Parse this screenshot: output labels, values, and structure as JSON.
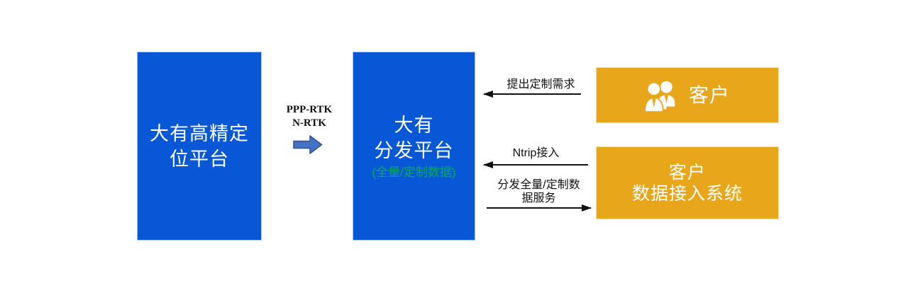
{
  "colors": {
    "platform_blue": "#0857D6",
    "customer_orange": "#E8A71B",
    "data_green": "#00B050",
    "flow_arrow_fill": "#4472C4",
    "flow_arrow_border": "#2F528F",
    "arrow_black": "#111111"
  },
  "left_box": {
    "label": "大有高精定\n位平台"
  },
  "flow_arrow": {
    "label": "PPP-RTK\nN-RTK"
  },
  "mid_box": {
    "label": "大有\n分发平台",
    "sublabel": "(全量/定制数据)"
  },
  "customer_box": {
    "label": "客户",
    "icon": "people-icon"
  },
  "customer_system_box": {
    "label": "客户\n数据接入系统"
  },
  "arrows": {
    "request": {
      "label": "提出定制需求",
      "direction": "left"
    },
    "ntrip": {
      "label": "Ntrip接入",
      "direction": "left"
    },
    "distribute": {
      "label": "分发全量/定制数\n据服务",
      "direction": "right"
    }
  }
}
